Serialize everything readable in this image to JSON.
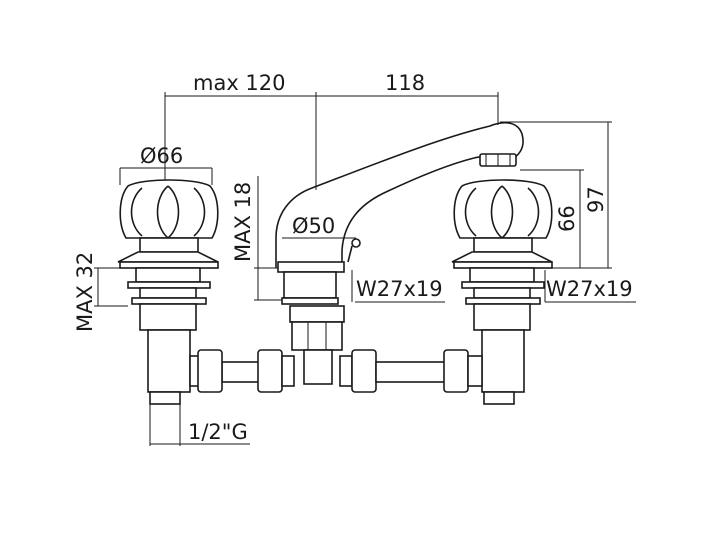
{
  "drawing": {
    "type": "technical-dimension-drawing",
    "subject": "three-hole basin mixer with spout and two handwheels",
    "line_color": "#1a1a1a",
    "background": "#ffffff"
  },
  "dimensions": {
    "max120": "max 120",
    "d118": "118",
    "d66_diam": "Ø66",
    "max18": "MAX 18",
    "d50_diam": "Ø50",
    "d66_height": "66",
    "d97": "97",
    "max32": "MAX 32",
    "thread_center": "W27x19",
    "thread_right": "W27x19",
    "pipe_thread": "1/2\"G"
  }
}
